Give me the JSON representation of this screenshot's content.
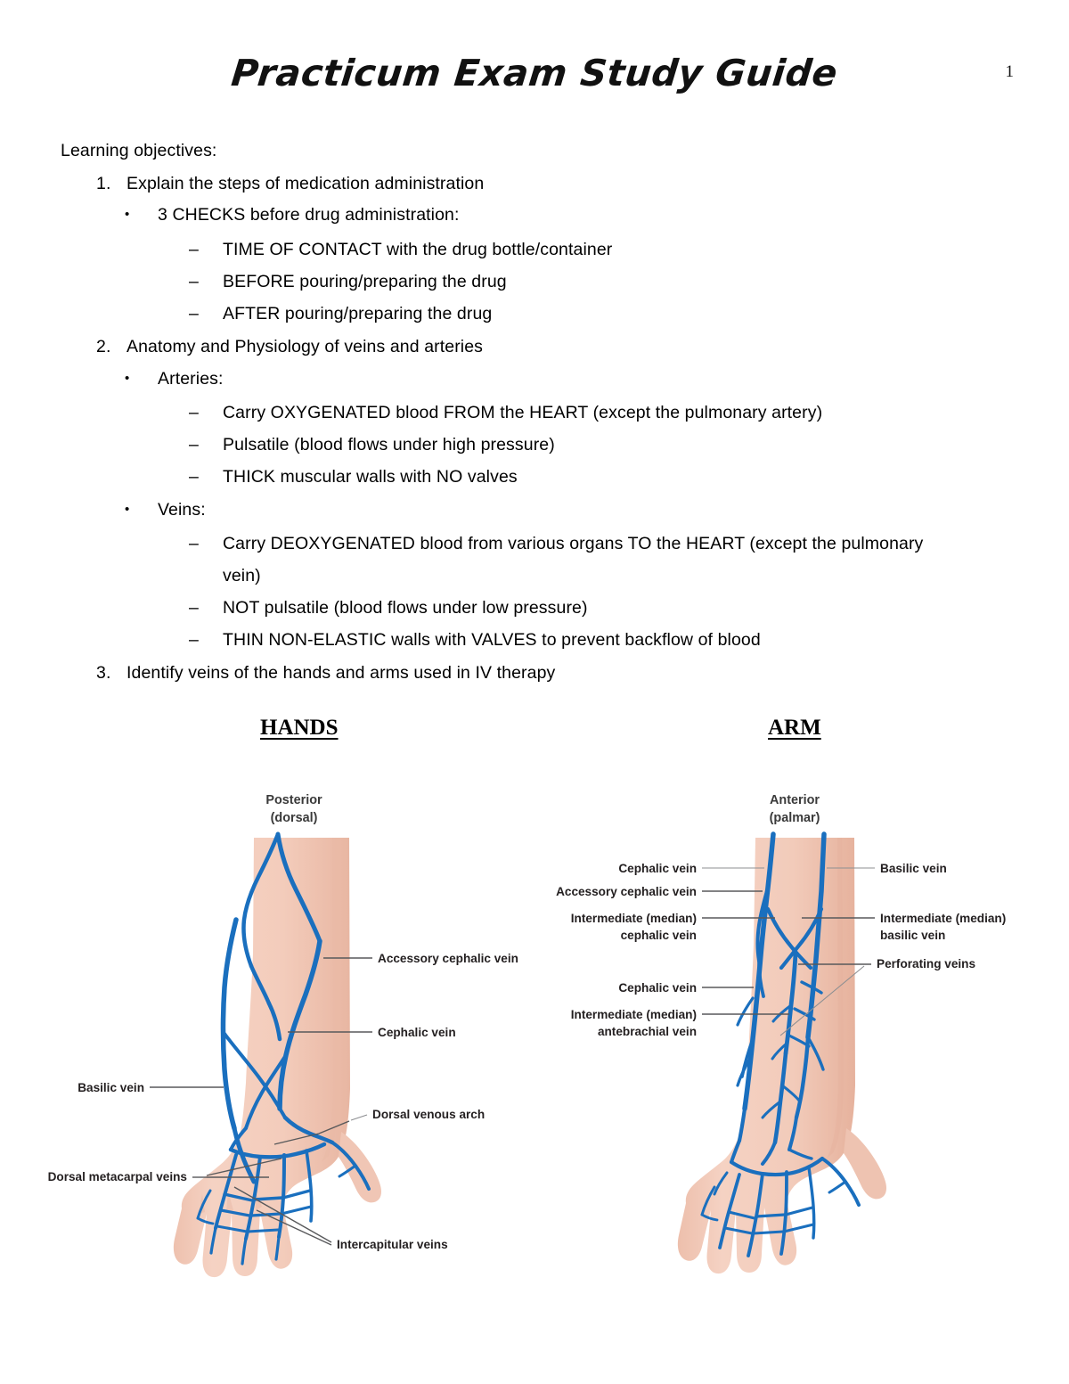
{
  "document": {
    "title": "Practicum Exam Study Guide",
    "page_number": "1",
    "intro": "Learning objectives:"
  },
  "outline": [
    {
      "marker": "1.",
      "text": "Explain the steps of medication administration",
      "children": [
        {
          "marker": "•",
          "text": "3 CHECKS before drug administration:",
          "children": [
            {
              "marker": "–",
              "text": "TIME OF CONTACT with the drug bottle/container"
            },
            {
              "marker": "–",
              "text": "BEFORE pouring/preparing the drug"
            },
            {
              "marker": "–",
              "text": "AFTER pouring/preparing the drug"
            }
          ]
        }
      ]
    },
    {
      "marker": "2.",
      "text": "Anatomy and Physiology of veins and arteries",
      "children": [
        {
          "marker": "•",
          "text": "Arteries:",
          "children": [
            {
              "marker": "–",
              "text": "Carry OXYGENATED blood FROM the HEART (except the pulmonary artery)"
            },
            {
              "marker": "–",
              "text": "Pulsatile (blood flows under high pressure)"
            },
            {
              "marker": "–",
              "text": "THICK muscular walls with NO valves"
            }
          ]
        },
        {
          "marker": "•",
          "text": "Veins:",
          "children": [
            {
              "marker": "–",
              "text": "Carry DEOXYGENATED blood from various organs TO the HEART (except the pulmonary",
              "continuation": "vein)"
            },
            {
              "marker": "–",
              "text": "NOT pulsatile (blood flows under low pressure)"
            },
            {
              "marker": "–",
              "text": "THIN NON-ELASTIC walls with VALVES to prevent backflow of blood"
            }
          ]
        }
      ]
    },
    {
      "marker": "3.",
      "text": "Identify veins of the hands and arms used in IV therapy",
      "children": []
    }
  ],
  "figures": {
    "hands": {
      "heading": "HANDS",
      "view_line1": "Posterior",
      "view_line2": "(dorsal)",
      "labels": {
        "accessory_cephalic": "Accessory cephalic vein",
        "cephalic": "Cephalic vein",
        "basilic": "Basilic vein",
        "dorsal_venous_arch": "Dorsal venous arch",
        "dorsal_metacarpal": "Dorsal metacarpal veins",
        "intercapitular": "Intercapitular veins"
      }
    },
    "arm": {
      "heading": "ARM",
      "view_line1": "Anterior",
      "view_line2": "(palmar)",
      "labels": {
        "cephalic_upper": "Cephalic vein",
        "basilic": "Basilic vein",
        "accessory_cephalic": "Accessory cephalic vein",
        "intermediate_cephalic_l1": "Intermediate (median)",
        "intermediate_cephalic_l2": "cephalic vein",
        "intermediate_basilic_l1": "Intermediate (median)",
        "intermediate_basilic_l2": "basilic vein",
        "perforating": "Perforating veins",
        "cephalic_lower": "Cephalic vein",
        "intermediate_antebrachial_l1": "Intermediate (median)",
        "intermediate_antebrachial_l2": "antebrachial vein"
      }
    }
  },
  "colors": {
    "skin": "#f3cebe",
    "skin_shade": "#eec0ad",
    "vein": "#1a6fbe",
    "vein_light": "#6aa9d8",
    "leader": "#58595b",
    "text": "#231f20"
  }
}
